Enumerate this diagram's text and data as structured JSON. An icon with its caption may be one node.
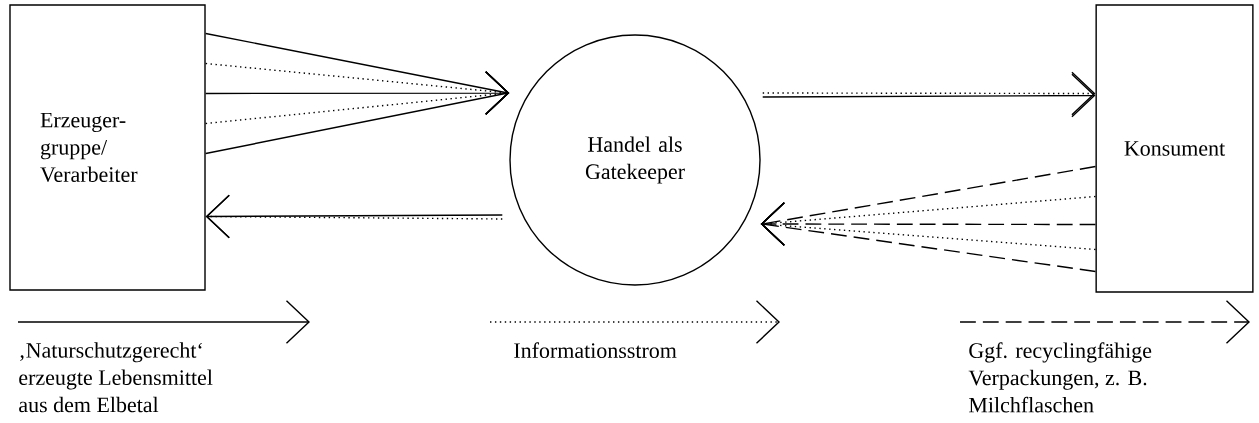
{
  "diagram": {
    "nodes": [
      {
        "text": [
          "Erzeuger- gruppe/ Verarbeiter"
        ]
      },
      {
        "text": [
          "Handel als Gatekeeper"
        ]
      },
      {
        "text": [
          "Konsument"
        ]
      }
    ],
    "edges": [
      {
        "from": 0,
        "to": 1,
        "arrow": "to"
      },
      {
        "from": 0,
        "to": 1,
        "arrow": "to",
        "style": "dashed"
      },
      {
        "from": 0,
        "to": 1,
        "arrow": "to"
      },
      {
        "from": 0,
        "to": 1,
        "arrow": "to",
        "style": "dashed"
      },
      {
        "from": 0,
        "to": 1,
        "arrow": "to"
      },
      {
        "from": 1,
        "to": 2,
        "arrow": "to",
        "style": "dashed"
      },
      {
        "from": 1,
        "to": 2,
        "arrow": "to"
      },
      {
        "from": 1,
        "to": 0,
        "arrow": "to"
      },
      {
        "from": 1,
        "to": 0,
        "arrow": "to",
        "style": "dashed"
      },
      {
        "from": 2,
        "to": 1,
        "arrow": "to",
        "style": "dashed"
      },
      {
        "from": 2,
        "to": 1,
        "arrow": "to",
        "style": "dashed"
      },
      {
        "from": 2,
        "to": 1,
        "arrow": "to",
        "style": "dashed"
      },
      {
        "from": 2,
        "to": 1,
        "arrow": "to",
        "style": "dashed"
      },
      {
        "from": 2,
        "to": 1,
        "arrow": "to",
        "style": "dashed"
      }
    ],
    "legend": [
      {
        "text": "‚Naturschutzgerecht‘ erzeugte Lebensmittel aus dem Elbetal"
      },
      {
        "text": "Informationsstrom"
      },
      {
        "text": "Ggf. recyclingfähige Verpackungen, z. B. Milchflaschen"
      }
    ]
  }
}
